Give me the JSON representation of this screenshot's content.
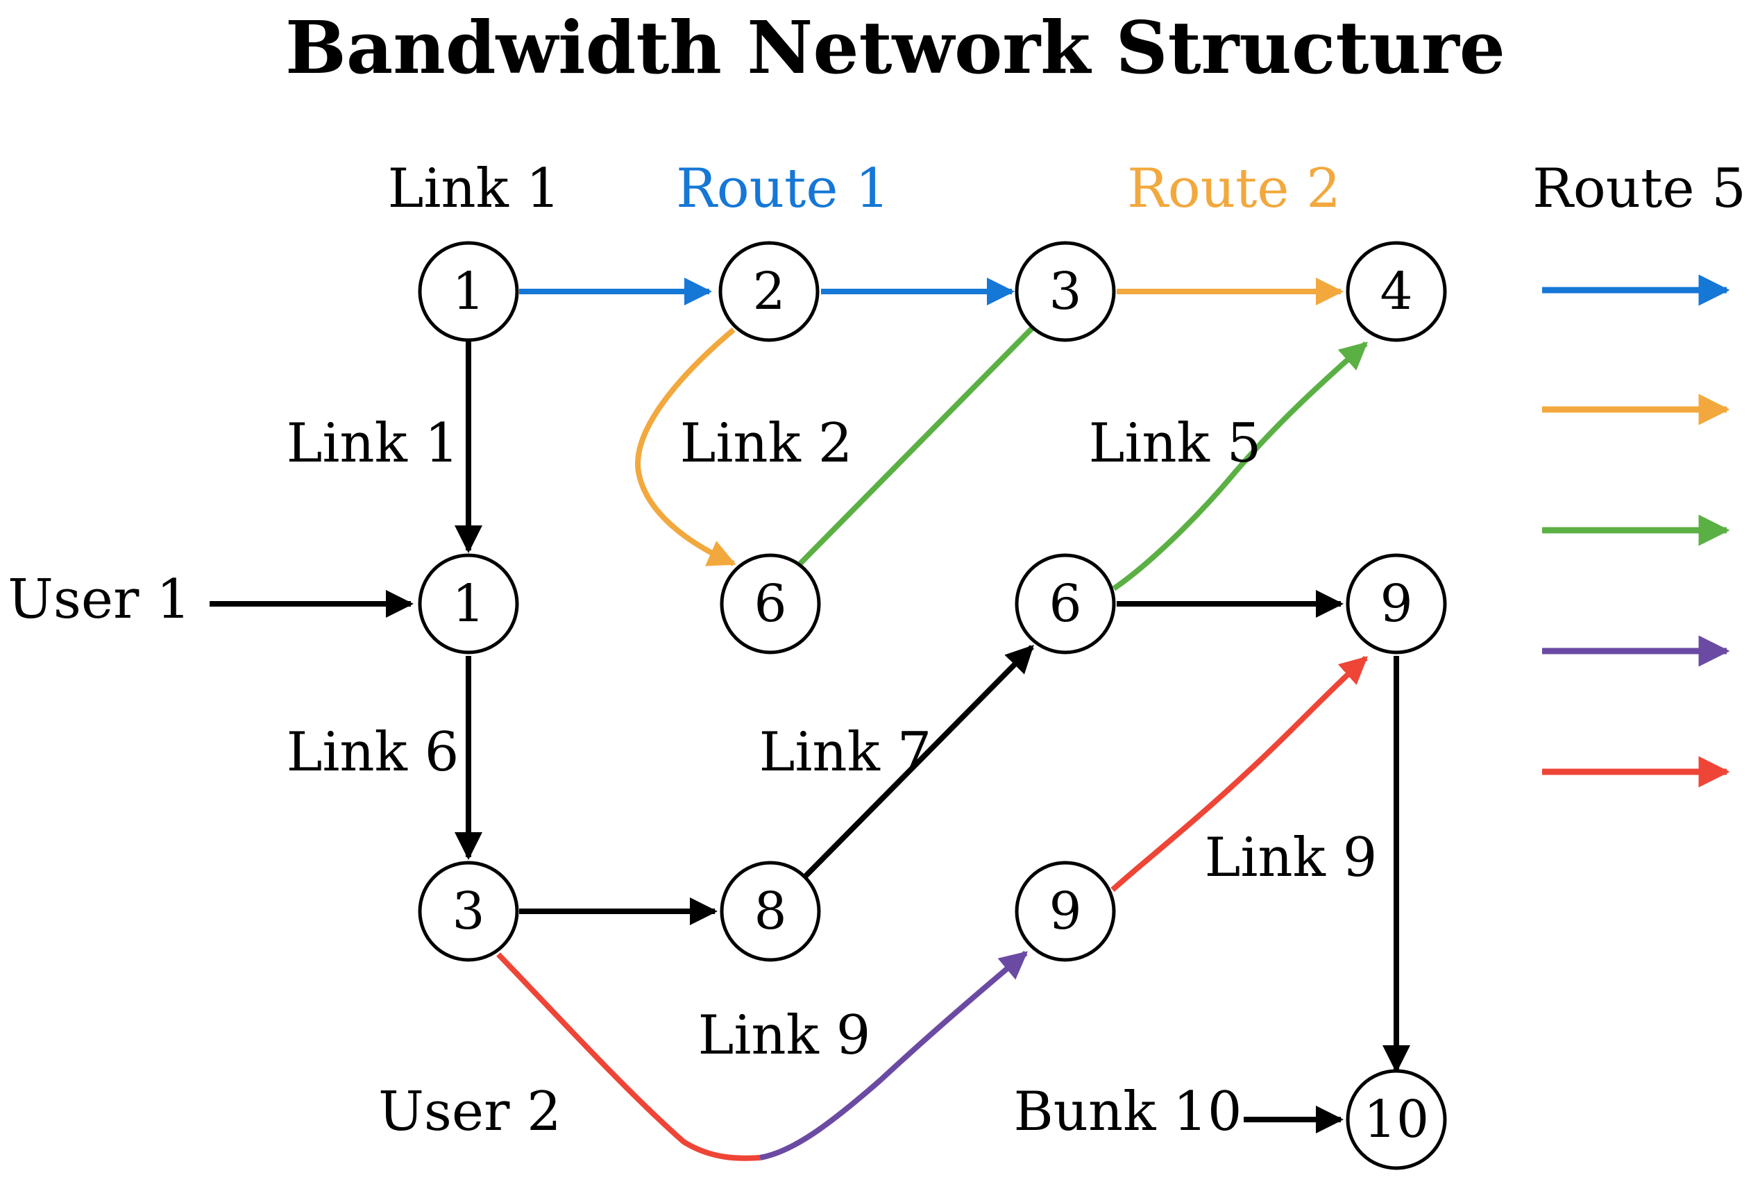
{
  "title": "Bandwidth Network Structure",
  "colors": {
    "black": "#000000",
    "blue": "#1577d6",
    "orange": "#f2a83d",
    "green": "#5bb044",
    "purple": "#6b4aa3",
    "red": "#ee4536"
  },
  "header_labels": [
    {
      "id": "link-1-top",
      "text": "Link 1",
      "color": "black"
    },
    {
      "id": "route-1",
      "text": "Route 1",
      "color": "blue"
    },
    {
      "id": "route-2",
      "text": "Route 2",
      "color": "orange"
    },
    {
      "id": "route-5",
      "text": "Route 5",
      "color": "black"
    }
  ],
  "edge_labels": [
    {
      "id": "link-1-left",
      "text": "Link 1"
    },
    {
      "id": "link-2",
      "text": "Link 2"
    },
    {
      "id": "link-5",
      "text": "Link 5"
    },
    {
      "id": "link-6",
      "text": "Link 6"
    },
    {
      "id": "link-7",
      "text": "Link 7"
    },
    {
      "id": "link-9-right",
      "text": "Link 9"
    },
    {
      "id": "link-9-bottom",
      "text": "Link 9"
    }
  ],
  "terminals": [
    {
      "id": "user-1",
      "text": "User 1"
    },
    {
      "id": "user-2",
      "text": "User 2"
    },
    {
      "id": "bunk-10",
      "text": "Bunk 10"
    }
  ],
  "nodes": [
    {
      "id": "n1-top",
      "label": "1"
    },
    {
      "id": "n2-top",
      "label": "2"
    },
    {
      "id": "n3-top",
      "label": "3"
    },
    {
      "id": "n4-top",
      "label": "4"
    },
    {
      "id": "n1-mid",
      "label": "1"
    },
    {
      "id": "n6-mid-left",
      "label": "6"
    },
    {
      "id": "n6-mid-right",
      "label": "6"
    },
    {
      "id": "n9-mid",
      "label": "9"
    },
    {
      "id": "n3-bottom",
      "label": "3"
    },
    {
      "id": "n8-bottom",
      "label": "8"
    },
    {
      "id": "n9-bottom",
      "label": "9"
    },
    {
      "id": "n10-bottom",
      "label": "10"
    }
  ],
  "edges": [
    {
      "from": "n1-top",
      "to": "n2-top",
      "color": "blue"
    },
    {
      "from": "n2-top",
      "to": "n3-top",
      "color": "blue"
    },
    {
      "from": "n3-top",
      "to": "n4-top",
      "color": "orange"
    },
    {
      "from": "n1-top",
      "to": "n1-mid",
      "color": "black"
    },
    {
      "from": "n2-top",
      "to": "n6-mid-left",
      "color": "orange"
    },
    {
      "from": "n6-mid-left",
      "to": "n3-top",
      "color": "green"
    },
    {
      "from": "n6-mid-right",
      "to": "n4-top",
      "color": "green"
    },
    {
      "from": "n6-mid-right",
      "to": "n9-mid",
      "color": "black"
    },
    {
      "from": "user-1",
      "to": "n1-mid",
      "color": "black"
    },
    {
      "from": "n1-mid",
      "to": "n3-bottom",
      "color": "black"
    },
    {
      "from": "n3-bottom",
      "to": "n8-bottom",
      "color": "black"
    },
    {
      "from": "n8-bottom",
      "to": "n6-mid-right",
      "color": "black"
    },
    {
      "from": "n9-bottom",
      "to": "n9-mid",
      "color": "red"
    },
    {
      "from": "n9-mid",
      "to": "n10-bottom",
      "color": "black"
    },
    {
      "from": "n3-bottom",
      "to": "n9-bottom",
      "color": "red-purple"
    },
    {
      "from": "bunk-10",
      "to": "n10-bottom",
      "color": "black"
    }
  ],
  "legend": [
    {
      "color": "blue"
    },
    {
      "color": "orange"
    },
    {
      "color": "green"
    },
    {
      "color": "purple"
    },
    {
      "color": "red"
    }
  ]
}
